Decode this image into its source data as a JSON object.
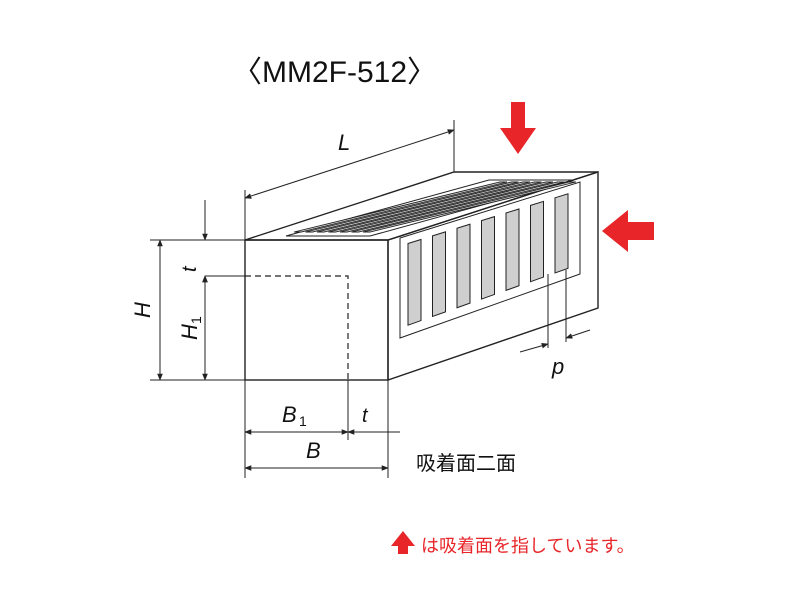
{
  "title": "〈MM2F-512〉",
  "labels": {
    "L": "L",
    "H": "H",
    "H1": "H",
    "H1_sub": "1",
    "t_vertical": "t",
    "t_horizontal": "t",
    "B": "B",
    "B1": "B",
    "B1_sub": "1",
    "p": "p",
    "surface_note": "吸着面二面"
  },
  "legend": {
    "text": "は吸着面を指しています。"
  },
  "colors": {
    "arrow": "#e8262a",
    "gray_face": "#d6d6d6",
    "top_face": "#d0d0d0",
    "slot_fill": "#ffffff"
  }
}
